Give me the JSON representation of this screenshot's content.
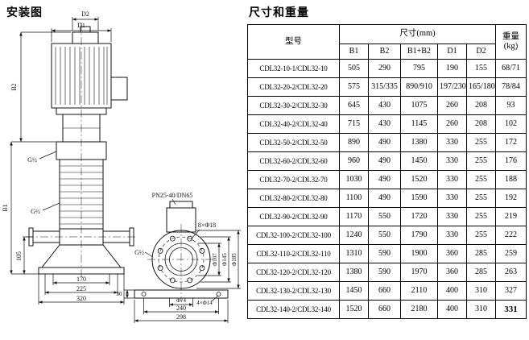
{
  "page": {
    "diagram_title": "安装图",
    "table_title": "尺寸和重量"
  },
  "diagram": {
    "labels": {
      "d2": "D2",
      "d1": "D1",
      "b2": "B2",
      "b1": "B1",
      "g_top": "G½",
      "g_mid": "G½",
      "dim105": "105",
      "dim170": "170",
      "dim225": "225",
      "dim320": "320",
      "pn": "PN25-40/DN65",
      "bolt8": "8×Φ18",
      "g_view2": "G½",
      "phi107": "Φ107",
      "phi145": "Φ145",
      "phi185": "Φ185",
      "dim30": "30",
      "phi74": "Φ74",
      "bolt4": "4×Φ14",
      "dim240": "240",
      "dim298": "298"
    }
  },
  "table": {
    "header": {
      "model": "型号",
      "dims_group": "尺寸(mm)",
      "dim_cols": [
        "B1",
        "B2",
        "B1+B2",
        "D1",
        "D2"
      ],
      "weight": "重量(kg)"
    },
    "rows": [
      {
        "model": "CDL32-10-1/CDL32-10",
        "b1": "505",
        "b2": "290",
        "b1b2": "795",
        "d1": "190",
        "d2": "155",
        "weight": "68/71"
      },
      {
        "model": "CDL32-20-2/CDL32-20",
        "b1": "575",
        "b2": "315/335",
        "b1b2": "890/910",
        "d1": "197/230",
        "d2": "165/180",
        "weight": "78/84"
      },
      {
        "model": "CDL32-30-2/CDL32-30",
        "b1": "645",
        "b2": "430",
        "b1b2": "1075",
        "d1": "260",
        "d2": "208",
        "weight": "93"
      },
      {
        "model": "CDL32-40-2/CDL32-40",
        "b1": "715",
        "b2": "430",
        "b1b2": "1145",
        "d1": "260",
        "d2": "208",
        "weight": "102"
      },
      {
        "model": "CDL32-50-2/CDL32-50",
        "b1": "890",
        "b2": "490",
        "b1b2": "1380",
        "d1": "330",
        "d2": "255",
        "weight": "172"
      },
      {
        "model": "CDL32-60-2/CDL32-60",
        "b1": "960",
        "b2": "490",
        "b1b2": "1450",
        "d1": "330",
        "d2": "255",
        "weight": "176"
      },
      {
        "model": "CDL32-70-2/CDL32-70",
        "b1": "1030",
        "b2": "490",
        "b1b2": "1520",
        "d1": "330",
        "d2": "255",
        "weight": "188"
      },
      {
        "model": "CDL32-80-2/CDL32-80",
        "b1": "1100",
        "b2": "490",
        "b1b2": "1590",
        "d1": "330",
        "d2": "255",
        "weight": "192"
      },
      {
        "model": "CDL32-90-2/CDL32-90",
        "b1": "1170",
        "b2": "550",
        "b1b2": "1720",
        "d1": "330",
        "d2": "255",
        "weight": "219"
      },
      {
        "model": "CDL32-100-2/CDL32-100",
        "b1": "1240",
        "b2": "550",
        "b1b2": "1790",
        "d1": "330",
        "d2": "255",
        "weight": "222"
      },
      {
        "model": "CDL32-110-2/CDL32-110",
        "b1": "1310",
        "b2": "590",
        "b1b2": "1900",
        "d1": "360",
        "d2": "285",
        "weight": "259"
      },
      {
        "model": "CDL32-120-2/CDL32-120",
        "b1": "1380",
        "b2": "590",
        "b1b2": "1970",
        "d1": "360",
        "d2": "285",
        "weight": "263"
      },
      {
        "model": "CDL32-130-2/CDL32-130",
        "b1": "1450",
        "b2": "660",
        "b1b2": "2110",
        "d1": "400",
        "d2": "310",
        "weight": "327"
      },
      {
        "model": "CDL32-140-2/CDL32-140",
        "b1": "1520",
        "b2": "660",
        "b1b2": "2180",
        "d1": "400",
        "d2": "310",
        "weight": "331"
      }
    ]
  }
}
